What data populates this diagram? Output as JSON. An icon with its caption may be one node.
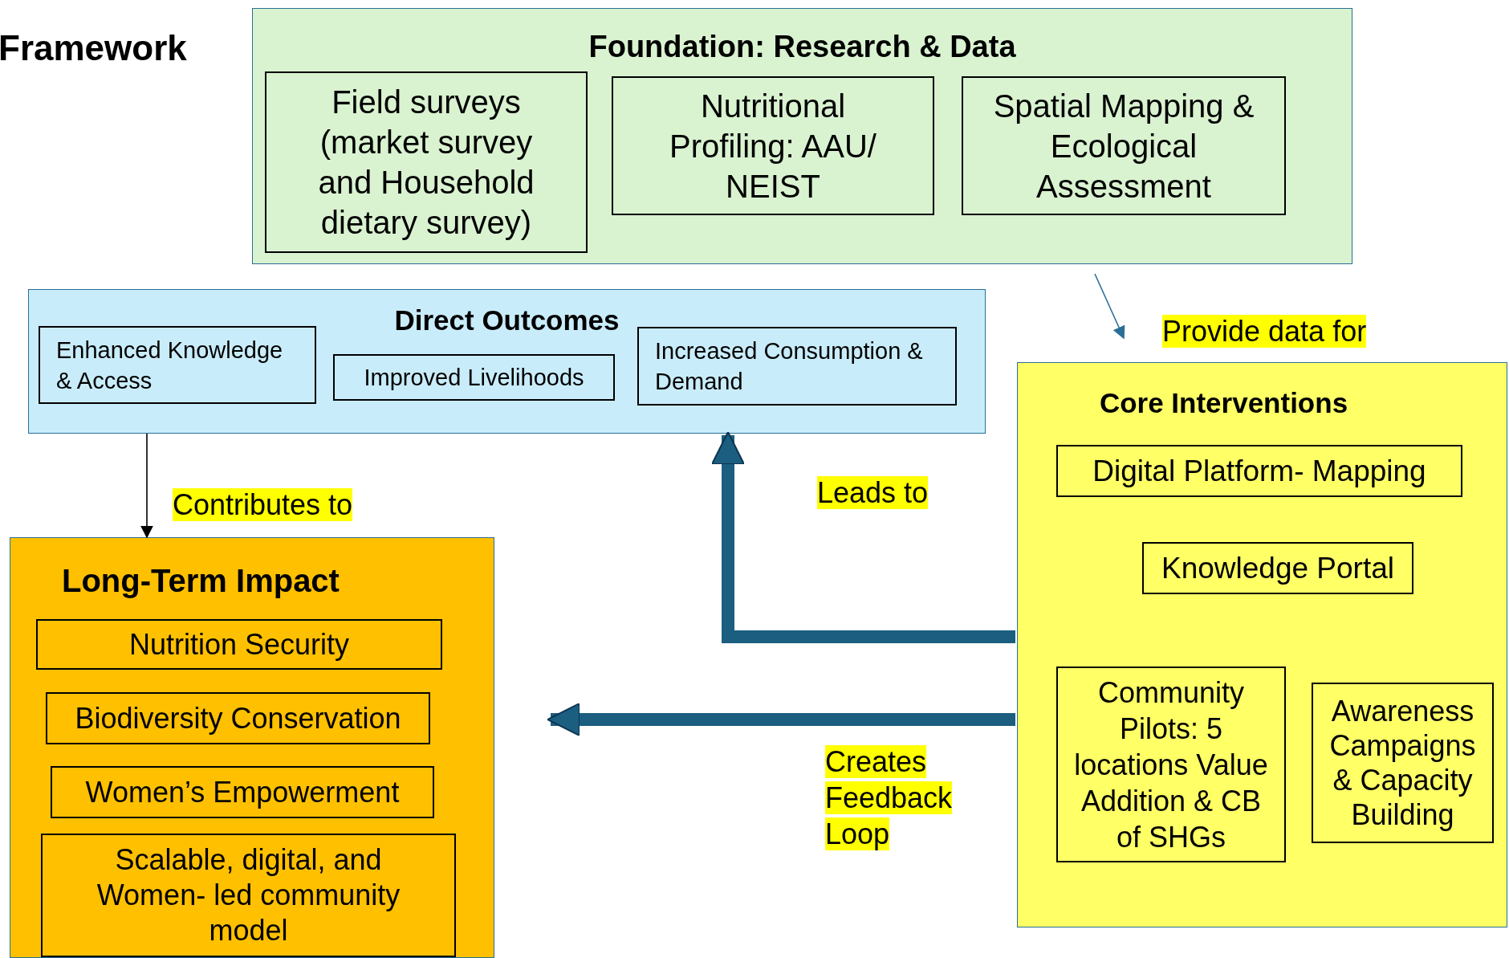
{
  "diagram": {
    "title": "Framework",
    "nodes": [
      {
        "text": [
          "Foundation: Research & Data"
        ]
      },
      {
        "text": [
          "Field surveys (market survey and Household dietary survey)"
        ],
        "in": 0
      },
      {
        "text": [
          "Nutritional Profiling: AAU/ NEIST"
        ],
        "in": 0
      },
      {
        "text": [
          "Spatial Mapping & Ecological Assessment"
        ],
        "in": 0
      },
      {
        "text": [
          "Direct Outcomes"
        ]
      },
      {
        "text": [
          "Enhanced Knowledge & Access"
        ],
        "in": 4
      },
      {
        "text": [
          "Improved Livelihoods"
        ],
        "in": 4
      },
      {
        "text": [
          "Increased Consumption & Demand"
        ],
        "in": 4
      },
      {
        "text": [
          "Core Interventions"
        ]
      },
      {
        "text": [
          "Digital Platform- Mapping"
        ],
        "in": 8
      },
      {
        "text": [
          "Knowledge Portal"
        ],
        "in": 8
      },
      {
        "text": [
          "Community Pilots: 5 locations Value Addition & CB of SHGs"
        ],
        "in": 8
      },
      {
        "text": [
          "Awareness Campaigns & Capacity Building"
        ],
        "in": 8
      },
      {
        "text": [
          "Long-Term Impact"
        ]
      },
      {
        "text": [
          "Nutrition Security"
        ],
        "in": 13
      },
      {
        "text": [
          "Biodiversity Conservation"
        ],
        "in": 13
      },
      {
        "text": [
          "Women’s Empowerment"
        ],
        "in": 13
      },
      {
        "text": [
          "Scalable, digital, and Women- led community model"
        ],
        "in": 13
      }
    ],
    "edges": [
      {
        "from": 0,
        "to": 8,
        "arrow": "to",
        "label": "Provide data for",
        "color": "#2a6f97"
      },
      {
        "from": 4,
        "to": 13,
        "arrow": "to",
        "label": "Contributes to",
        "color": "#000000"
      },
      {
        "from": 8,
        "to": 4,
        "arrow": "to",
        "label": "Leads to",
        "style": "thick",
        "color": "#1b5e80"
      },
      {
        "from": 8,
        "to": 13,
        "arrow": "to",
        "label": "Creates Feedback Loop",
        "style": "thick",
        "color": "#1b5e80"
      }
    ]
  }
}
